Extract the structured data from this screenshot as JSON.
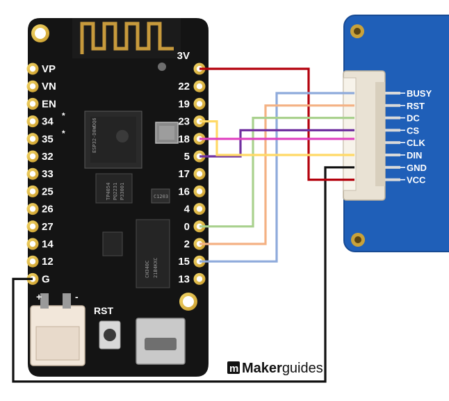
{
  "board": {
    "left_pins": [
      "VP",
      "VN",
      "EN",
      "34",
      "35",
      "32",
      "33",
      "25",
      "26",
      "27",
      "14",
      "12",
      "G"
    ],
    "right_pins": [
      "3V",
      "22",
      "19",
      "23",
      "18",
      "5",
      "17",
      "16",
      "4",
      "0",
      "2",
      "15",
      "13"
    ],
    "star_marks": [
      "*",
      "*"
    ],
    "rst_label": "RST",
    "plus_sign": "+",
    "minus_sign": "-",
    "chip_text": [
      "ESP32-D0WDQ6",
      "TP4054",
      "PQ2231",
      "P33001",
      "CH340C",
      "21B4KXC",
      "C1203"
    ],
    "colors": {
      "pcb": "#141414",
      "pad": "#e6c24a",
      "silk": "#ffffff"
    }
  },
  "display": {
    "pins": [
      "BUSY",
      "RST",
      "DC",
      "CS",
      "CLK",
      "DIN",
      "GND",
      "VCC"
    ],
    "colors": {
      "board": "#1f5fb8",
      "connector": "#f1ece2"
    }
  },
  "wires": [
    {
      "from": "3V",
      "to": "VCC",
      "color": "#b3000c"
    },
    {
      "from": "15",
      "to": "BUSY",
      "color": "#8eaadb"
    },
    {
      "from": "2",
      "to": "RST",
      "color": "#f4b183"
    },
    {
      "from": "0",
      "to": "DC",
      "color": "#a9d18e"
    },
    {
      "from": "5",
      "to": "CS",
      "color": "#7030a0"
    },
    {
      "from": "18",
      "to": "CLK",
      "color": "#e040c0"
    },
    {
      "from": "23",
      "to": "DIN",
      "color": "#ffd966"
    },
    {
      "from": "G",
      "to": "GND",
      "color": "#111111"
    }
  ],
  "brand": {
    "icon_letter": "m",
    "name_part1": "Maker",
    "name_part2": "guides"
  }
}
